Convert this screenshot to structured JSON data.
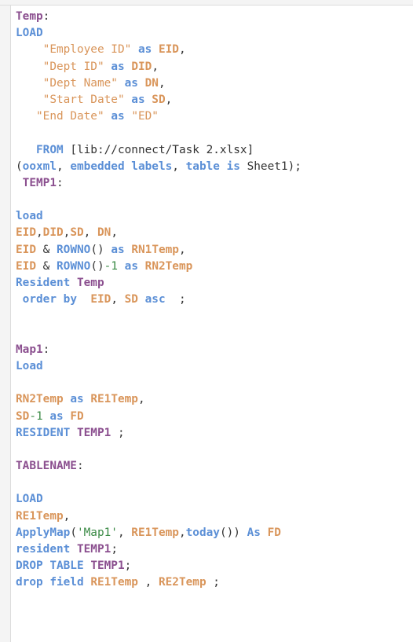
{
  "editor": {
    "lines": [
      [
        {
          "t": "Temp",
          "c": "t"
        },
        {
          "t": ":",
          "c": "p"
        }
      ],
      [
        {
          "t": "LOAD",
          "c": "k"
        }
      ],
      [
        {
          "t": "    ",
          "c": "p"
        },
        {
          "t": "\"Employee ID\"",
          "c": "s"
        },
        {
          "t": " ",
          "c": "p"
        },
        {
          "t": "as",
          "c": "k"
        },
        {
          "t": " ",
          "c": "p"
        },
        {
          "t": "EID",
          "c": "f"
        },
        {
          "t": ",",
          "c": "p"
        }
      ],
      [
        {
          "t": "    ",
          "c": "p"
        },
        {
          "t": "\"Dept ID\"",
          "c": "s"
        },
        {
          "t": " ",
          "c": "p"
        },
        {
          "t": "as",
          "c": "k"
        },
        {
          "t": " ",
          "c": "p"
        },
        {
          "t": "DID",
          "c": "f"
        },
        {
          "t": ",",
          "c": "p"
        }
      ],
      [
        {
          "t": "    ",
          "c": "p"
        },
        {
          "t": "\"Dept Name\"",
          "c": "s"
        },
        {
          "t": " ",
          "c": "p"
        },
        {
          "t": "as",
          "c": "k"
        },
        {
          "t": " ",
          "c": "p"
        },
        {
          "t": "DN",
          "c": "f"
        },
        {
          "t": ",",
          "c": "p"
        }
      ],
      [
        {
          "t": "    ",
          "c": "p"
        },
        {
          "t": "\"Start Date\"",
          "c": "s"
        },
        {
          "t": " ",
          "c": "p"
        },
        {
          "t": "as",
          "c": "k"
        },
        {
          "t": " ",
          "c": "p"
        },
        {
          "t": "SD",
          "c": "f"
        },
        {
          "t": ",",
          "c": "p"
        }
      ],
      [
        {
          "t": "   ",
          "c": "p"
        },
        {
          "t": "\"End Date\"",
          "c": "s"
        },
        {
          "t": " ",
          "c": "p"
        },
        {
          "t": "as",
          "c": "k"
        },
        {
          "t": " ",
          "c": "p"
        },
        {
          "t": "\"ED\"",
          "c": "s"
        }
      ],
      [],
      [
        {
          "t": "   ",
          "c": "p"
        },
        {
          "t": "FROM",
          "c": "k"
        },
        {
          "t": " [lib://connect/Task 2.xlsx]",
          "c": "p"
        }
      ],
      [
        {
          "t": "(",
          "c": "p"
        },
        {
          "t": "ooxml",
          "c": "fn"
        },
        {
          "t": ", ",
          "c": "p"
        },
        {
          "t": "embedded labels",
          "c": "fn"
        },
        {
          "t": ", ",
          "c": "p"
        },
        {
          "t": "table is",
          "c": "fn"
        },
        {
          "t": " Sheet1);",
          "c": "p"
        }
      ],
      [
        {
          "t": " ",
          "c": "p"
        },
        {
          "t": "TEMP1",
          "c": "t"
        },
        {
          "t": ":",
          "c": "p"
        }
      ],
      [],
      [
        {
          "t": "load",
          "c": "k"
        }
      ],
      [
        {
          "t": "EID",
          "c": "f"
        },
        {
          "t": ",",
          "c": "p"
        },
        {
          "t": "DID",
          "c": "f"
        },
        {
          "t": ",",
          "c": "p"
        },
        {
          "t": "SD",
          "c": "f"
        },
        {
          "t": ", ",
          "c": "p"
        },
        {
          "t": "DN",
          "c": "f"
        },
        {
          "t": ",",
          "c": "p"
        }
      ],
      [
        {
          "t": "EID",
          "c": "f"
        },
        {
          "t": " & ",
          "c": "p"
        },
        {
          "t": "ROWNO",
          "c": "fn"
        },
        {
          "t": "() ",
          "c": "p"
        },
        {
          "t": "as",
          "c": "k"
        },
        {
          "t": " ",
          "c": "p"
        },
        {
          "t": "RN1Temp",
          "c": "f"
        },
        {
          "t": ",",
          "c": "p"
        }
      ],
      [
        {
          "t": "EID",
          "c": "f"
        },
        {
          "t": " & ",
          "c": "p"
        },
        {
          "t": "ROWNO",
          "c": "fn"
        },
        {
          "t": "()",
          "c": "p"
        },
        {
          "t": "-1",
          "c": "n"
        },
        {
          "t": " ",
          "c": "p"
        },
        {
          "t": "as",
          "c": "k"
        },
        {
          "t": " ",
          "c": "p"
        },
        {
          "t": "RN2Temp",
          "c": "f"
        }
      ],
      [
        {
          "t": "Resident",
          "c": "k"
        },
        {
          "t": " ",
          "c": "p"
        },
        {
          "t": "Temp",
          "c": "t"
        }
      ],
      [
        {
          "t": " ",
          "c": "p"
        },
        {
          "t": "order by",
          "c": "k"
        },
        {
          "t": "  ",
          "c": "p"
        },
        {
          "t": "EID",
          "c": "f"
        },
        {
          "t": ", ",
          "c": "p"
        },
        {
          "t": "SD",
          "c": "f"
        },
        {
          "t": " ",
          "c": "p"
        },
        {
          "t": "asc",
          "c": "k"
        },
        {
          "t": "  ;",
          "c": "p"
        }
      ],
      [],
      [],
      [
        {
          "t": "Map1",
          "c": "t"
        },
        {
          "t": ":",
          "c": "p"
        }
      ],
      [
        {
          "t": "Load",
          "c": "k"
        }
      ],
      [],
      [
        {
          "t": "RN2Temp",
          "c": "f"
        },
        {
          "t": " ",
          "c": "p"
        },
        {
          "t": "as",
          "c": "k"
        },
        {
          "t": " ",
          "c": "p"
        },
        {
          "t": "RE1Temp",
          "c": "f"
        },
        {
          "t": ",",
          "c": "p"
        }
      ],
      [
        {
          "t": "SD",
          "c": "f"
        },
        {
          "t": "-1",
          "c": "n"
        },
        {
          "t": " ",
          "c": "p"
        },
        {
          "t": "as",
          "c": "k"
        },
        {
          "t": " ",
          "c": "p"
        },
        {
          "t": "FD",
          "c": "f"
        }
      ],
      [
        {
          "t": "RESIDENT",
          "c": "k"
        },
        {
          "t": " ",
          "c": "p"
        },
        {
          "t": "TEMP1",
          "c": "t"
        },
        {
          "t": " ;",
          "c": "p"
        }
      ],
      [],
      [
        {
          "t": "TABLENAME",
          "c": "t"
        },
        {
          "t": ":",
          "c": "p"
        }
      ],
      [],
      [
        {
          "t": "LOAD",
          "c": "k"
        }
      ],
      [
        {
          "t": "RE1Temp",
          "c": "f"
        },
        {
          "t": ",",
          "c": "p"
        }
      ],
      [
        {
          "t": "ApplyMap",
          "c": "fn"
        },
        {
          "t": "(",
          "c": "p"
        },
        {
          "t": "'Map1'",
          "c": "n"
        },
        {
          "t": ", ",
          "c": "p"
        },
        {
          "t": "RE1Temp",
          "c": "f"
        },
        {
          "t": ",",
          "c": "p"
        },
        {
          "t": "today",
          "c": "fn"
        },
        {
          "t": "()) ",
          "c": "p"
        },
        {
          "t": "As",
          "c": "k"
        },
        {
          "t": " ",
          "c": "p"
        },
        {
          "t": "FD",
          "c": "f"
        }
      ],
      [
        {
          "t": "resident",
          "c": "k"
        },
        {
          "t": " ",
          "c": "p"
        },
        {
          "t": "TEMP1",
          "c": "t"
        },
        {
          "t": ";",
          "c": "p"
        }
      ],
      [
        {
          "t": "DROP TABLE",
          "c": "k"
        },
        {
          "t": " ",
          "c": "p"
        },
        {
          "t": "TEMP1",
          "c": "t"
        },
        {
          "t": ";",
          "c": "p"
        }
      ],
      [
        {
          "t": "drop field",
          "c": "k"
        },
        {
          "t": " ",
          "c": "p"
        },
        {
          "t": "RE1Temp",
          "c": "f"
        },
        {
          "t": " , ",
          "c": "p"
        },
        {
          "t": "RE2Temp",
          "c": "f"
        },
        {
          "t": " ;",
          "c": "p"
        }
      ]
    ]
  }
}
